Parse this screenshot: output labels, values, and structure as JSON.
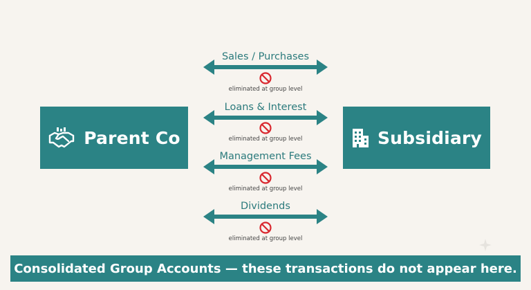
{
  "entities": {
    "parent": {
      "label": "Parent Co",
      "icon": "handshake-icon"
    },
    "subsidiary": {
      "label": "Subsidiary",
      "icon": "office-building-icon"
    }
  },
  "flows": [
    {
      "label": "Sales / Purchases",
      "note": "eliminated at group level"
    },
    {
      "label": "Loans & Interest",
      "note": "eliminated at group level"
    },
    {
      "label": "Management Fees",
      "note": "eliminated at group level"
    },
    {
      "label": "Dividends",
      "note": "eliminated at group level"
    }
  ],
  "banner": {
    "text": "Consolidated Group Accounts — these transactions do not appear here."
  },
  "colors": {
    "teal": "#2b8385",
    "prohibited": "#d9272e",
    "background": "#f7f4ef"
  }
}
